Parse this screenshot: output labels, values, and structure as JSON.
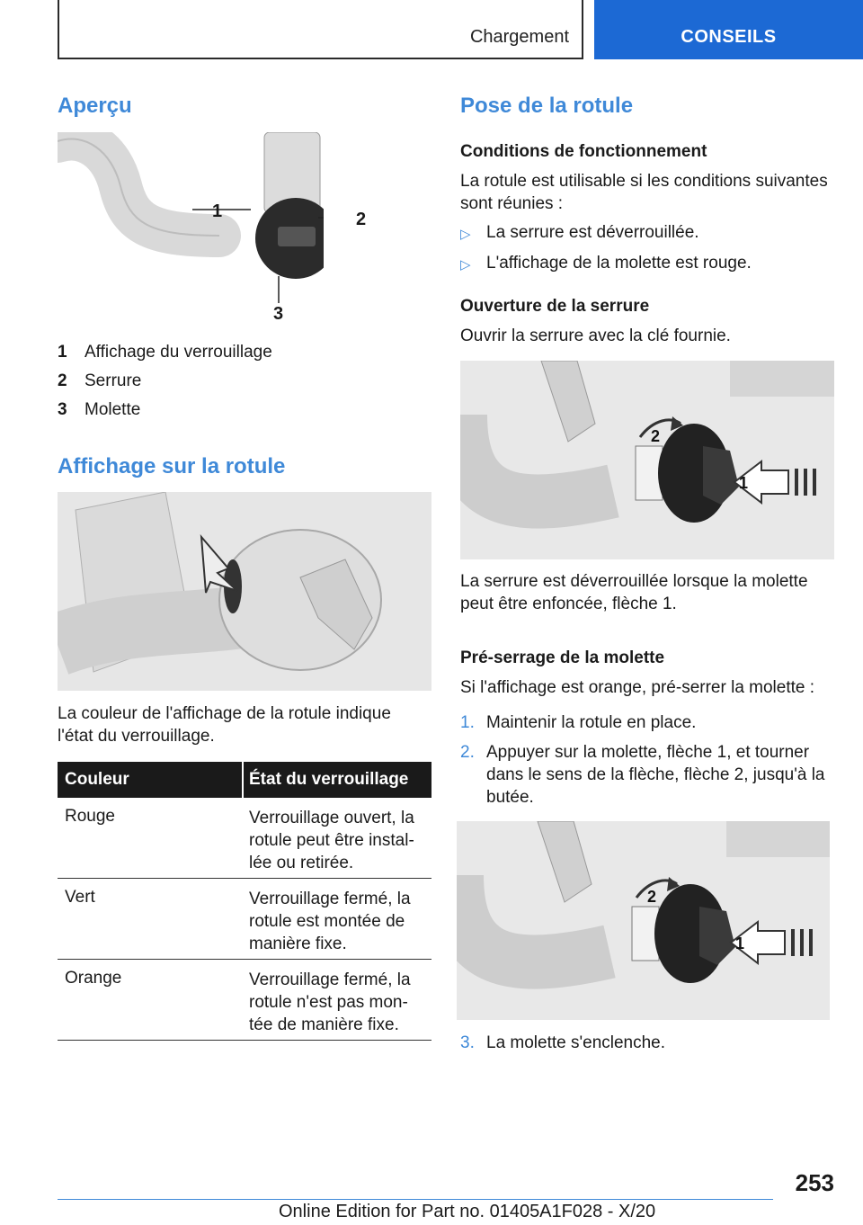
{
  "header": {
    "chapter": "Chargement",
    "section": "CONSEILS"
  },
  "left": {
    "apercu_title": "Aperçu",
    "legend": [
      {
        "num": "1",
        "text": "Affichage du verrouillage"
      },
      {
        "num": "2",
        "text": "Serrure"
      },
      {
        "num": "3",
        "text": "Molette"
      }
    ],
    "figure_labels": [
      "1",
      "2",
      "3"
    ],
    "affichage_title": "Affichage sur la rotule",
    "affichage_text_1": "La couleur de l'affichage de la rotule indique",
    "affichage_text_2": "l'état du verrouillage.",
    "table": {
      "headers": [
        "Couleur",
        "État du verrouillage"
      ],
      "rows": [
        {
          "color": "Rouge",
          "state": [
            "Verrouillage ouvert, la",
            "rotule peut être instal-",
            "lée ou retirée."
          ]
        },
        {
          "color": "Vert",
          "state": [
            "Verrouillage fermé, la",
            "rotule est montée de",
            "manière fixe."
          ]
        },
        {
          "color": "Orange",
          "state": [
            "Verrouillage fermé, la",
            "rotule n'est pas mon-",
            "tée de manière fixe."
          ]
        }
      ]
    }
  },
  "right": {
    "pose_title": "Pose de la rotule",
    "conditions_title": "Conditions de fonctionnement",
    "conditions_text_1": "La rotule est utilisable si les conditions suivantes",
    "conditions_text_2": "sont réunies :",
    "bullet_marker": "▷",
    "bullets": [
      "La serrure est déverrouillée.",
      "L'affichage de la molette est rouge."
    ],
    "ouverture_title": "Ouverture de la serrure",
    "ouverture_text": "Ouvrir la serrure avec la clé fournie.",
    "fig_arrow_labels": [
      "1",
      "2"
    ],
    "unlock_text_1": "La serrure est déverrouillée lorsque la molette",
    "unlock_text_2": "peut être enfoncée, flèche 1.",
    "preserrage_title": "Pré-serrage de la molette",
    "preserrage_text": "Si l'affichage est orange, pré-serrer la molette :",
    "steps": [
      {
        "num": "1.",
        "text": "Maintenir la rotule en place."
      },
      {
        "num": "2.",
        "text": "Appuyer sur la molette, flèche 1, et tourner dans le sens de la flèche, flèche 2, jusqu'à la butée."
      },
      {
        "num": "3.",
        "text": "La molette s'enclenche."
      }
    ]
  },
  "footer": {
    "page": "253",
    "edition": "Online Edition for Part no. 01405A1F028 - X/20"
  }
}
